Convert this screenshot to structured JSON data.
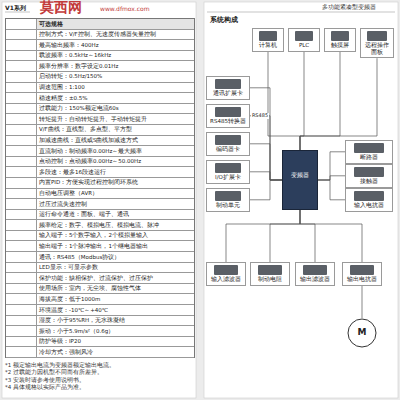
{
  "diagram": {
    "title": "系统构成",
    "nodes": [
      {
        "text": [
          "计算机"
        ]
      },
      {
        "text": [
          "PLC"
        ]
      },
      {
        "text": [
          "触摸屏"
        ]
      },
      {
        "text": [
          "远程操作面板"
        ]
      },
      {
        "text": [
          "通讯扩展卡"
        ]
      },
      {
        "text": [
          "RS485转换器"
        ]
      },
      {
        "text": [
          "编码器卡"
        ]
      },
      {
        "text": [
          "I/O扩展卡"
        ]
      },
      {
        "text": [
          "制动单元"
        ]
      },
      {
        "text": [
          "变频器"
        ]
      },
      {
        "text": [
          "断路器"
        ]
      },
      {
        "text": [
          "接触器"
        ]
      },
      {
        "text": [
          "输入电抗器"
        ]
      },
      {
        "text": [
          "输入滤波器"
        ]
      },
      {
        "text": [
          "制动电阻"
        ]
      },
      {
        "text": [
          "输出滤波器"
        ]
      },
      {
        "text": [
          "输出电抗器"
        ]
      },
      {
        "text": [
          "M"
        ]
      }
    ],
    "edges": [
      {
        "from": 0,
        "to": 9,
        "arrow": "none"
      },
      {
        "from": 1,
        "to": 9,
        "arrow": "none"
      },
      {
        "from": 2,
        "to": 9,
        "arrow": "none"
      },
      {
        "from": 3,
        "to": 9,
        "arrow": "none"
      },
      {
        "from": 4,
        "to": 9,
        "arrow": "none"
      },
      {
        "from": 5,
        "to": 9,
        "label": "RS485",
        "arrow": "none"
      },
      {
        "from": 6,
        "to": 9,
        "arrow": "none"
      },
      {
        "from": 7,
        "to": 9,
        "arrow": "none"
      },
      {
        "from": 8,
        "to": 9,
        "arrow": "none"
      },
      {
        "from": 10,
        "to": 9,
        "arrow": "none"
      },
      {
        "from": 11,
        "to": 9,
        "arrow": "none"
      },
      {
        "from": 12,
        "to": 9,
        "arrow": "none"
      },
      {
        "from": 13,
        "to": 9,
        "arrow": "none"
      },
      {
        "from": 14,
        "to": 9,
        "arrow": "none"
      },
      {
        "from": 15,
        "to": 9,
        "arrow": "none"
      },
      {
        "from": 16,
        "to": 9,
        "arrow": "none"
      },
      {
        "from": 16,
        "to": 17,
        "arrow": "none"
      }
    ],
    "labels": [
      "莫西网",
      "www.dfmox.com",
      "V1系列",
      "多功能紧凑型变频器",
      "可选规格",
      "控制方式：V/F控制、无速度传感器矢量控制",
      "最高输出频率：400Hz",
      "载波频率：0.5kHz～16kHz",
      "频率分辨率：数字设定0.01Hz",
      "启动转矩：0.5Hz/150%",
      "调速范围：1:100",
      "稳速精度：±0.5%",
      "过载能力：150%额定电流60s",
      "转矩提升：自动转矩提升、手动转矩提升",
      "V/F曲线：直线型、多点型、平方型",
      "加减速曲线：直线或S曲线加减速方式",
      "直流制动：制动频率0.00Hz～最大频率",
      "点动控制：点动频率0.00Hz～50.00Hz",
      "多段速：最多16段速运行",
      "内置PID：方便实现过程控制闭环系统",
      "自动电压调整（AVR）",
      "过压过流失速控制",
      "运行命令通道：面板、端子、通讯",
      "频率给定：数字、模拟电压、模拟电流、脉冲",
      "输入端子：5个数字输入，2个模拟量输入",
      "输出端子：1个脉冲输出，1个继电器输出",
      "通讯：RS485（Modbus协议）",
      "LED显示：可显示参数",
      "保护功能：缺相保护、过流保护、过压保护",
      "使用场所：室内，无尘埃、腐蚀性气体",
      "海拔高度：低于1000m",
      "环境温度：-10℃～+40℃",
      "湿度：小于95%RH，无水珠凝结",
      "振动：小于5.9m/s²（0.6g）",
      "防护等级：IP20",
      "冷却方式：强制风冷",
      "*1 额定输出电流为变频器额定输出电流。",
      "*2 过载能力因机型不同而有所差异。",
      "*3 安装时请参考使用说明书。",
      "*4 具体规格以实际产品为准。"
    ]
  }
}
